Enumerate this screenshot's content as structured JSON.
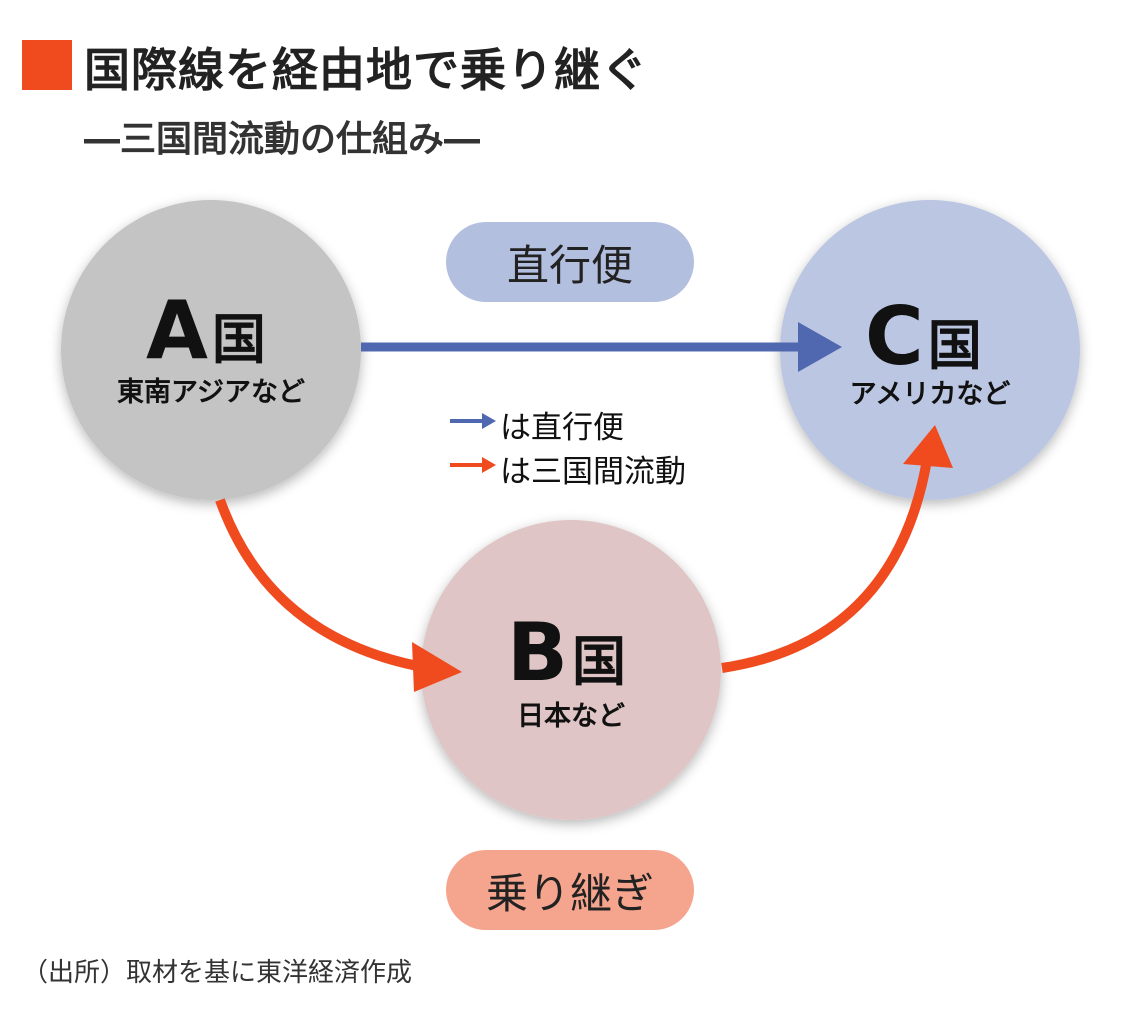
{
  "colors": {
    "accent": "#f04a1f",
    "direct": "#5068b0",
    "transit": "#f04a1f",
    "circle_a": "#c4c4c4",
    "circle_b": "#dfc5c5",
    "circle_c": "#bac6e2",
    "pill_direct": "#b3bfdf",
    "pill_transit": "#f5a58e"
  },
  "header": {
    "title": "国際線を経由地で乗り継ぐ",
    "subtitle": "―三国間流動の仕組み―"
  },
  "nodes": {
    "a": {
      "letter": "A",
      "kuni": "国",
      "sub": "東南アジアなど"
    },
    "b": {
      "letter": "B",
      "kuni": "国",
      "sub": "日本など"
    },
    "c": {
      "letter": "C",
      "kuni": "国",
      "sub": "アメリカなど"
    }
  },
  "labels": {
    "direct_pill": "直行便",
    "transit_pill": "乗り継ぎ"
  },
  "legend": {
    "direct": "は直行便",
    "transit": "は三国間流動"
  },
  "source": "（出所）取材を基に東洋経済作成"
}
